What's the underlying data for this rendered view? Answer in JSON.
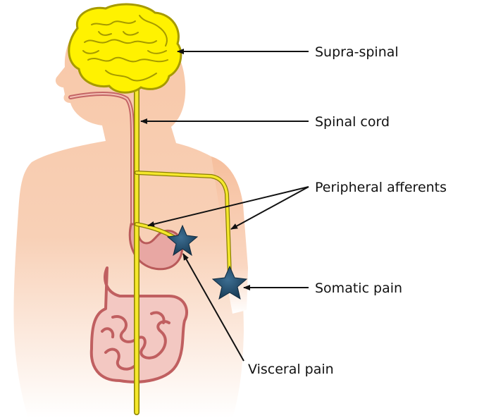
{
  "labels": {
    "supra_spinal": "Supra-spinal",
    "spinal_cord": "Spinal cord",
    "peripheral_afferents": "Peripheral afferents",
    "somatic_pain": "Somatic pain",
    "visceral_pain": "Visceral pain"
  },
  "colors": {
    "skin": "#f6bf9d",
    "brain_fill": "#fff200",
    "brain_outline": "#a89a00",
    "nerve": "#f2e52a",
    "gut": "#c66a6a",
    "star": "#1c4563",
    "arrow": "#111111"
  }
}
